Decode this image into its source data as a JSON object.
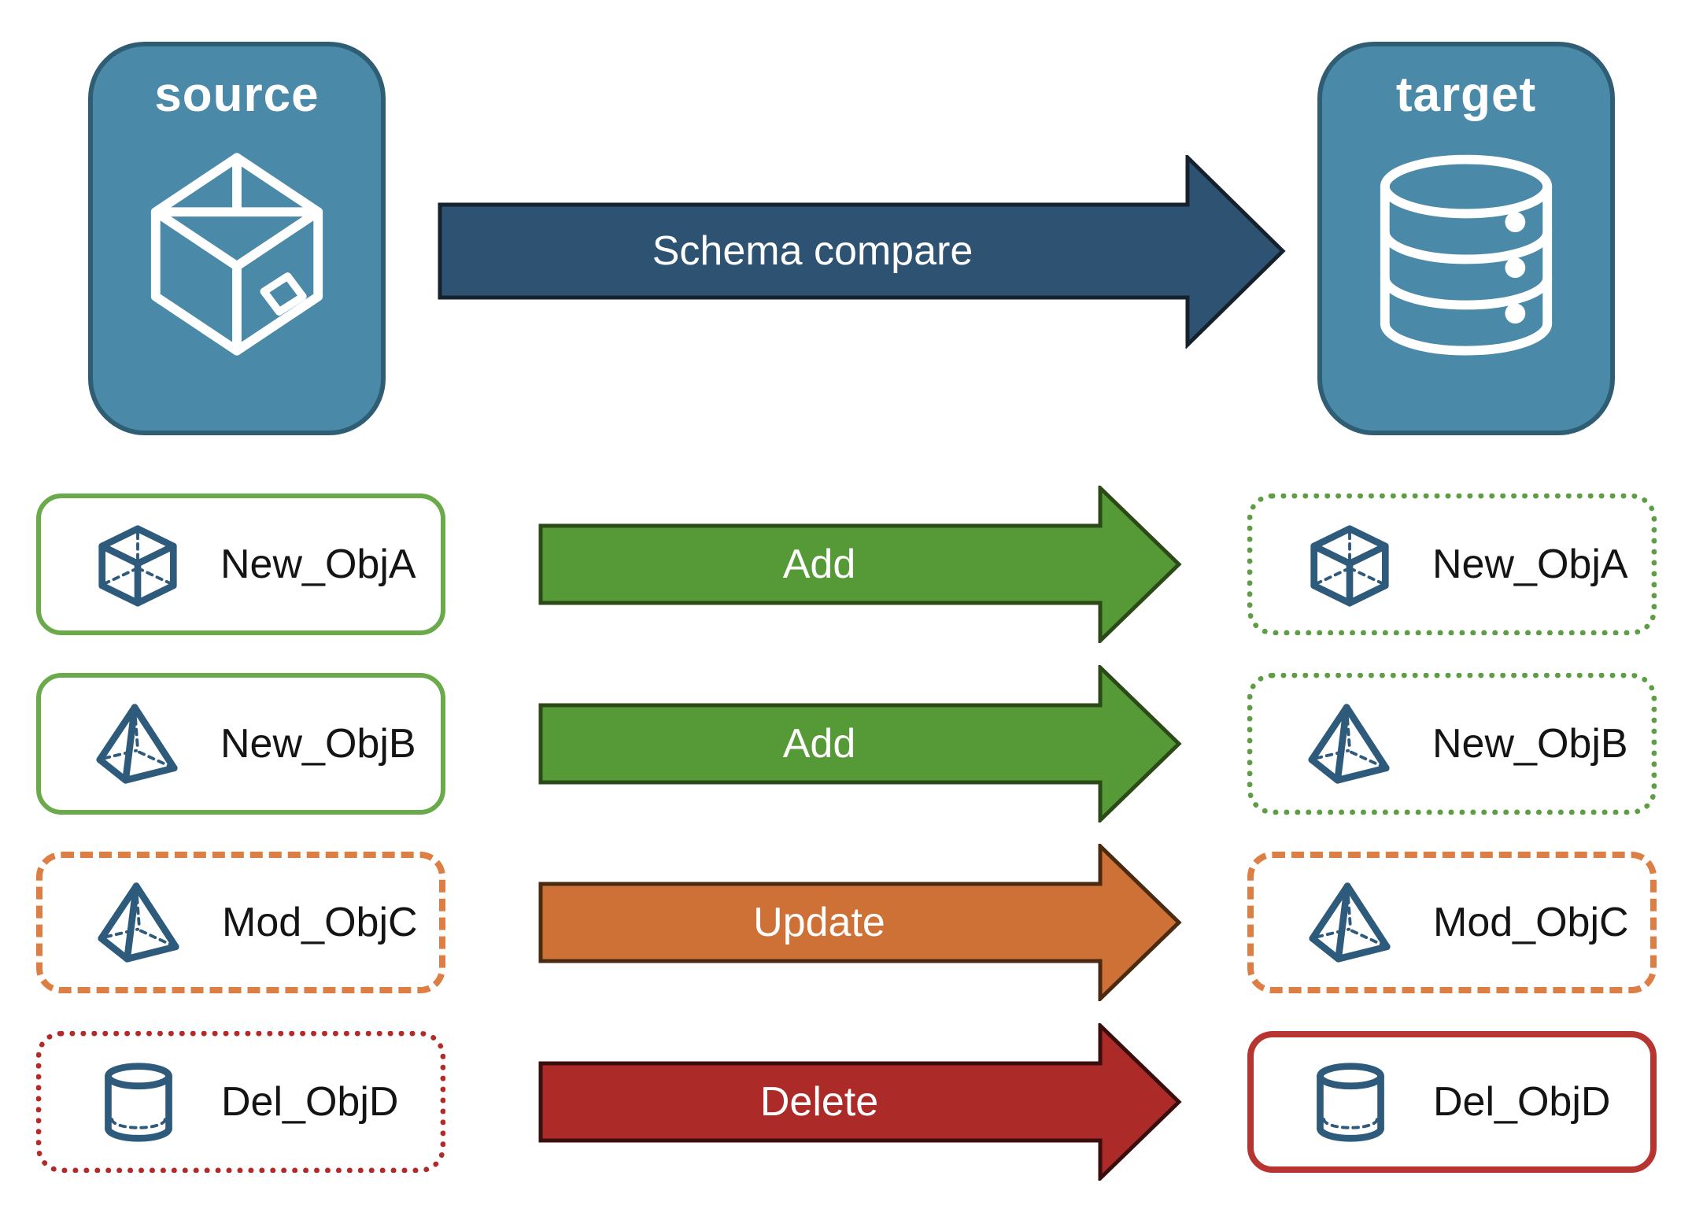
{
  "diagram": {
    "source_title": "source",
    "target_title": "target",
    "compare_arrow_label": "Schema compare",
    "rows": [
      {
        "name": "New_ObjA",
        "action": "Add",
        "icon": "cube-icon",
        "source_state": "new",
        "target_state": "pending-add"
      },
      {
        "name": "New_ObjB",
        "action": "Add",
        "icon": "pyramid-icon",
        "source_state": "new",
        "target_state": "pending-add"
      },
      {
        "name": "Mod_ObjC",
        "action": "Update",
        "icon": "pyramid-icon",
        "source_state": "modified",
        "target_state": "pending-update"
      },
      {
        "name": "Del_ObjD",
        "action": "Delete",
        "icon": "cylinder-icon",
        "source_state": "deleted",
        "target_state": "pending-delete"
      }
    ],
    "colors": {
      "node_fill": "#4a8aa8",
      "node_border": "#2f5d73",
      "compare_arrow_fill": "#2e5271",
      "add_arrow_fill": "#569a38",
      "update_arrow_fill": "#cd7137",
      "delete_arrow_fill": "#ac2b29",
      "solid_green_border": "#6aaa4b",
      "dotted_green_border": "#5d9e44",
      "dashed_orange_border": "#dd7e44",
      "dotted_red_border": "#b42a28",
      "solid_red_border": "#b83430",
      "object_icon_color": "#2e5a7c"
    }
  }
}
